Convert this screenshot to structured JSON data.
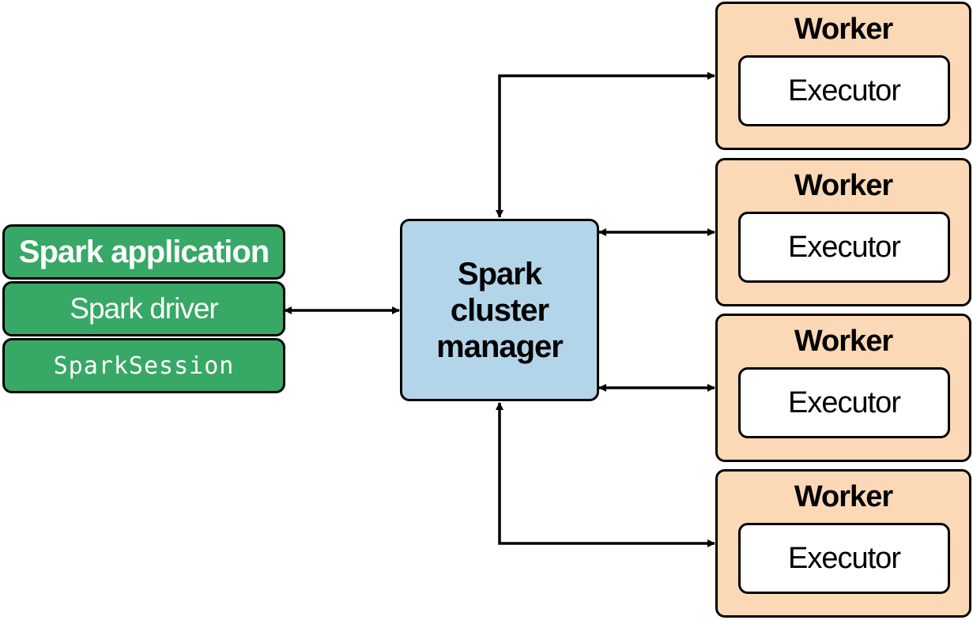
{
  "application": {
    "title": "Spark application",
    "driver": "Spark driver",
    "session": "SparkSession"
  },
  "cluster_manager": {
    "label": "Spark cluster manager"
  },
  "workers": [
    {
      "title": "Worker",
      "executor": "Executor"
    },
    {
      "title": "Worker",
      "executor": "Executor"
    },
    {
      "title": "Worker",
      "executor": "Executor"
    },
    {
      "title": "Worker",
      "executor": "Executor"
    }
  ],
  "colors": {
    "application": "#37a865",
    "cluster_manager": "#b3d5ea",
    "worker": "#fbd9b6",
    "executor": "#ffffff",
    "line": "#000000"
  }
}
